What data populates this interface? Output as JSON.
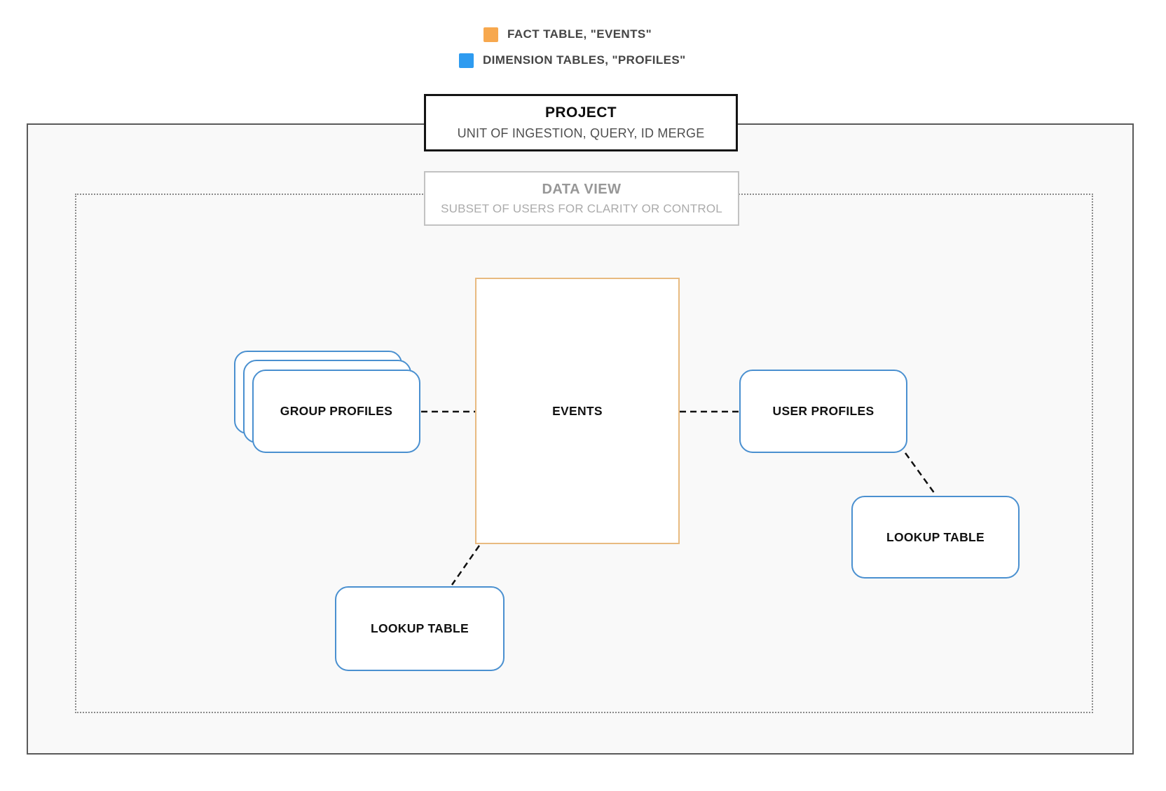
{
  "legend": {
    "items": [
      {
        "id": "fact-table",
        "label": "FACT TABLE, \"EVENTS\"",
        "color": "#F7A84E"
      },
      {
        "id": "dimension-tables",
        "label": "DIMENSION TABLES, \"PROFILES\"",
        "color": "#2E9BF0"
      }
    ]
  },
  "project_box": {
    "title": "PROJECT",
    "subtitle": "UNIT OF INGESTION, QUERY, ID MERGE"
  },
  "data_view_box": {
    "title": "DATA VIEW",
    "subtitle": "SUBSET OF USERS FOR CLARITY OR CONTROL"
  },
  "nodes": {
    "events": {
      "label": "EVENTS",
      "type": "fact"
    },
    "group_profiles": {
      "label": "GROUP PROFILES",
      "type": "dimension",
      "stacked": true
    },
    "user_profiles": {
      "label": "USER PROFILES",
      "type": "dimension"
    },
    "lookup_table_left": {
      "label": "LOOKUP TABLE",
      "type": "dimension"
    },
    "lookup_table_right": {
      "label": "LOOKUP TABLE",
      "type": "dimension"
    }
  },
  "colors": {
    "fact_accent": "#F7A84E",
    "fact_border": "#E8BA80",
    "dimension_accent": "#2E9BF0",
    "dimension_border": "#4A90D0",
    "connector": "#111111",
    "outer_border": "#5A5A5A",
    "dotted_border": "#8A8A8A",
    "inner_background": "#F9F9F9"
  }
}
